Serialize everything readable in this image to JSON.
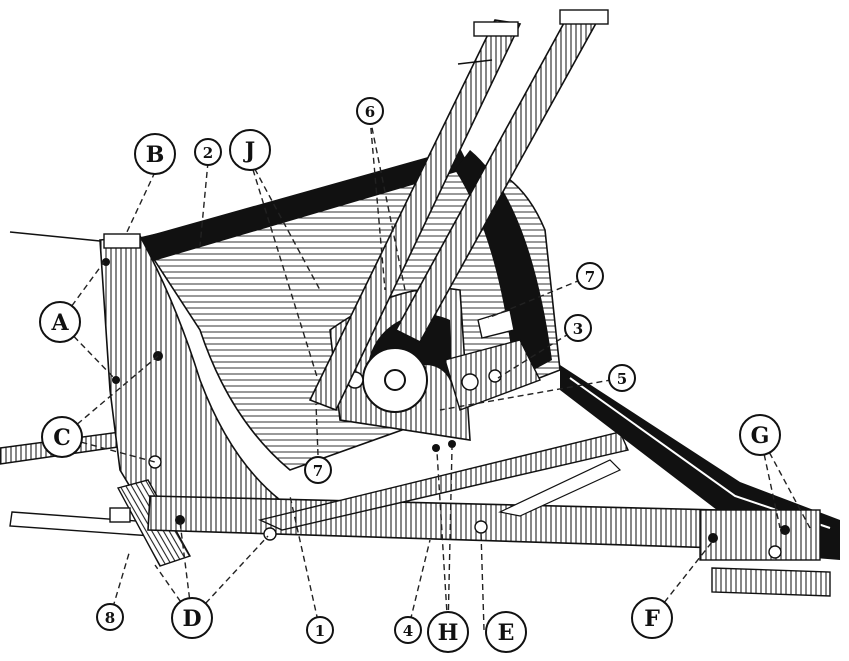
{
  "diagram": {
    "callouts": {
      "B": "B",
      "J": "J",
      "two": "2",
      "six": "6",
      "A": "A",
      "seven_right": "7",
      "three": "3",
      "five": "5",
      "C": "C",
      "seven_left": "7",
      "G": "G",
      "eight": "8",
      "D": "D",
      "one": "1",
      "four": "4",
      "H": "H",
      "E": "E",
      "F": "F"
    },
    "colors": {
      "ink": "#111111",
      "paper": "#ffffff",
      "shade": "#f4f4f4"
    }
  }
}
